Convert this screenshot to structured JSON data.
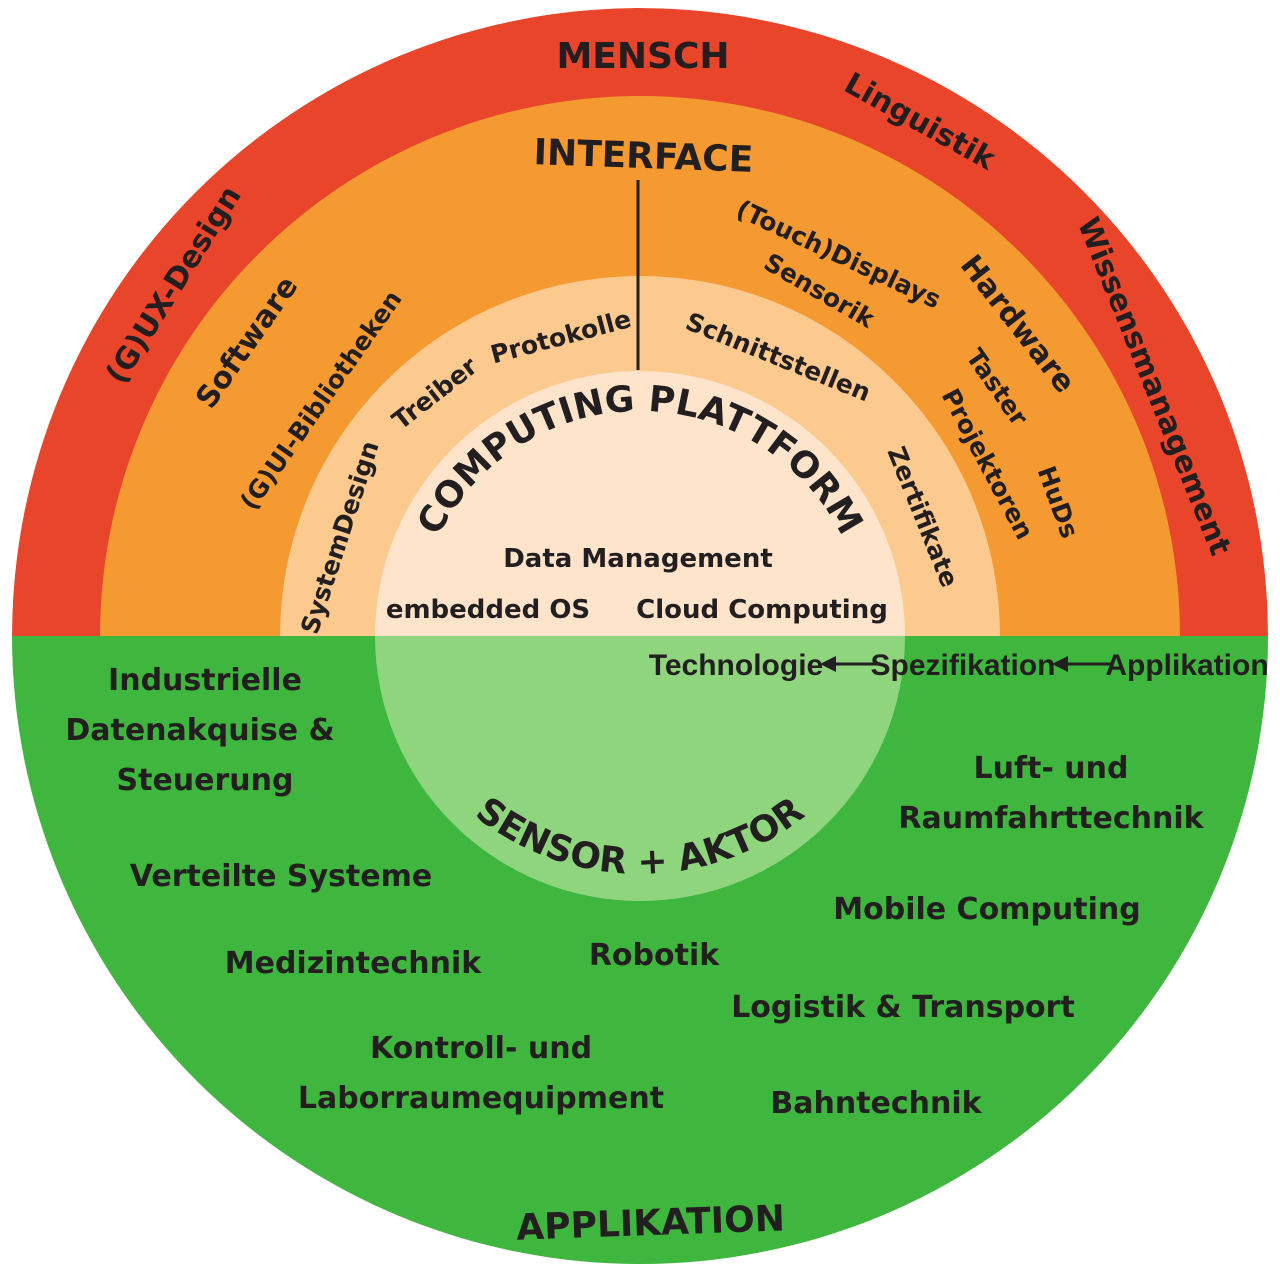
{
  "colors": {
    "mensch_ring": "#e8452a",
    "interface_ring": "#f59a31",
    "platform_ring": "#fcc98f",
    "platform_core": "#fde4cb",
    "applikation": "#3fb63e",
    "sensor_core": "#8fd57d",
    "text": "#231f20"
  },
  "rings": {
    "mensch": {
      "title": "MENSCH",
      "items": [
        "Linguistik",
        "Wissensmanagement",
        "(G)UX-Design"
      ]
    },
    "interface": {
      "title": "INTERFACE",
      "software": {
        "title": "Software",
        "items": [
          "(G)UI-Bibliotheken"
        ]
      },
      "hardware": {
        "title": "Hardware",
        "items": [
          "(Touch)Displays",
          "Sensorik",
          "Taster",
          "Projektoren",
          "HuDs"
        ]
      }
    },
    "platform_ring": {
      "items": [
        "SystemDesign",
        "Treiber",
        "Protokolle",
        "Schnittstellen",
        "Zertifikate"
      ]
    },
    "computing_platform": {
      "title": "COMPUTING PLATTFORM",
      "items": [
        "Data Management",
        "embedded OS",
        "Cloud Computing"
      ]
    },
    "sensor_aktor": {
      "title": "SENSOR + AKTOR"
    }
  },
  "flow": {
    "items": [
      "Technologie",
      "Spezifikation",
      "Applikation"
    ],
    "arrow_glyph": "←"
  },
  "applikation": {
    "title": "APPLIKATION",
    "industrielle": [
      "Industrielle",
      "Datenakquise &",
      "Steuerung"
    ],
    "verteilte": "Verteilte Systeme",
    "medizin": "Medizintechnik",
    "robotik": "Robotik",
    "kontroll": [
      "Kontroll- und",
      "Laborraumequipment"
    ],
    "luft": [
      "Luft- und",
      "Raumfahrttechnik"
    ],
    "mobile": "Mobile Computing",
    "logistik": "Logistik & Transport",
    "bahn": "Bahntechnik"
  }
}
